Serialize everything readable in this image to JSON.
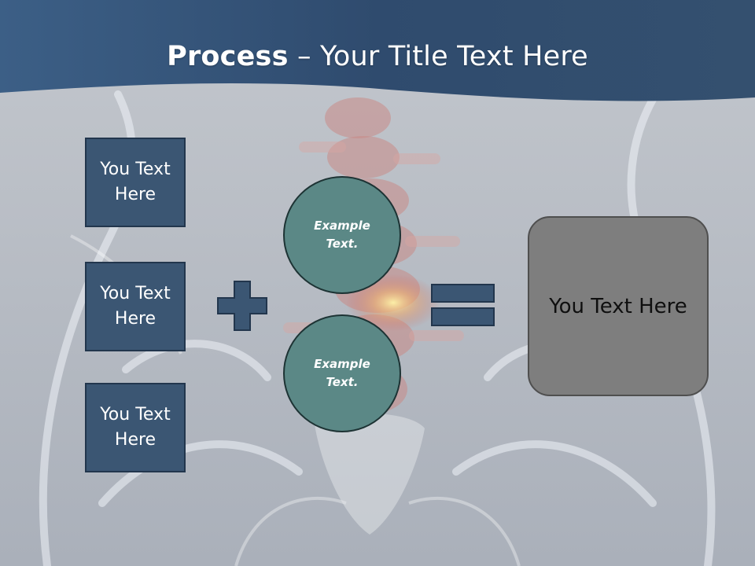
{
  "slide": {
    "title_bold": "Process",
    "title_rest": " – Your Title Text Here"
  },
  "inputs": [
    {
      "label": "You Text Here"
    },
    {
      "label": "You Text Here"
    },
    {
      "label": "You Text Here"
    }
  ],
  "circles": [
    {
      "label": "Example Text."
    },
    {
      "label": "Example Text."
    }
  ],
  "result": {
    "label": "You Text Here"
  },
  "colors": {
    "header": "#34506f",
    "box_fill": "#3b5673",
    "circle_fill": "#5b8886",
    "result_fill": "#7e7e7e"
  },
  "icons": [
    "plus-icon",
    "equals-icon"
  ]
}
